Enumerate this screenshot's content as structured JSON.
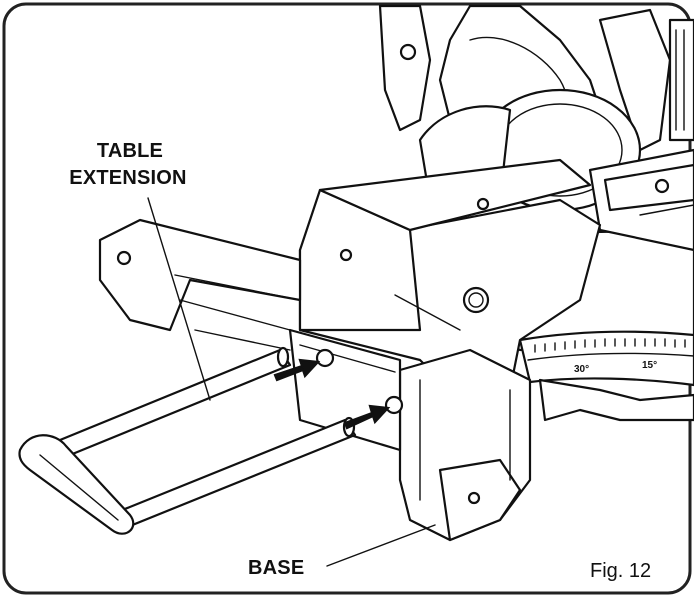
{
  "labels": {
    "table_extension_line1": "TABLE",
    "table_extension_line2": "EXTENSION",
    "base": "BASE",
    "figure": "Fig. 12"
  },
  "scale_marks": [
    "30°",
    "15°"
  ],
  "colors": {
    "ink": "#111111",
    "background": "#ffffff",
    "frame": "#222222"
  }
}
